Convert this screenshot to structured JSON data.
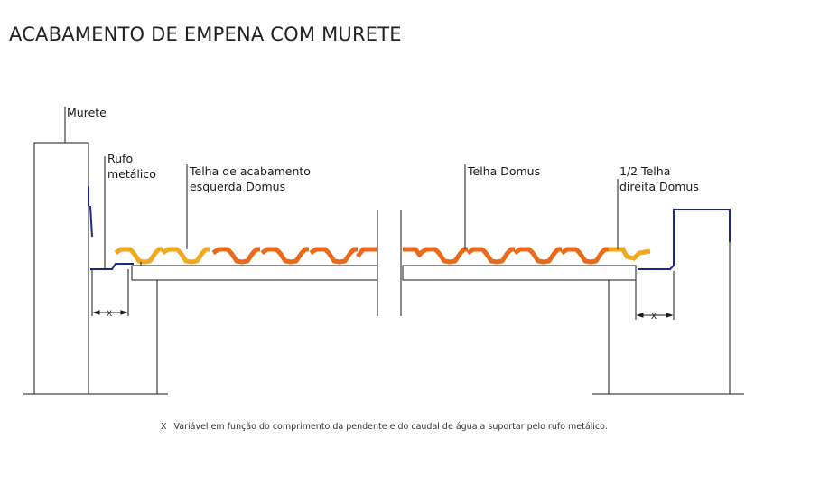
{
  "title": "ACABAMENTO DE EMPENA COM MURETE",
  "labels": {
    "murete": "Murete",
    "rufo_line1": "Rufo",
    "rufo_line2": "metálico",
    "telha_acab_line1": "Telha de acabamento",
    "telha_acab_line2": "esquerda Domus",
    "telha_domus": "Telha Domus",
    "meia_telha_line1": "1/2  Telha",
    "meia_telha_line2": "direita Domus",
    "dim_left": "X",
    "dim_right": "X"
  },
  "footnote": {
    "mark": "X",
    "text": "Variável em função do comprimento da pendente e do caudal de água a suportar pelo rufo metálico."
  },
  "colors": {
    "line": "#1a1a1a",
    "flashing": "#1b2a8a",
    "tile_finish": "#f2a81d",
    "tile_domus": "#ea6a1c",
    "tile_outline": "#8a4a10"
  }
}
